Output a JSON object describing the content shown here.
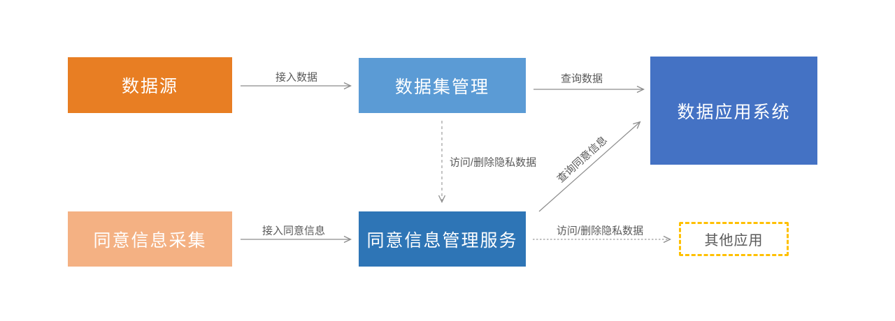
{
  "diagram": {
    "background": "#FFFFFF",
    "line_color": "#8C8C8C",
    "edge_label_color": "#595959",
    "nodes": [
      {
        "id": "data-source",
        "label": "数据源",
        "fill": "#E87E23",
        "text_color": "#FFFFFF"
      },
      {
        "id": "dataset-management",
        "label": "数据集管理",
        "fill": "#5B9BD5",
        "text_color": "#FFFFFF"
      },
      {
        "id": "data-application-system",
        "label": "数据应用系统",
        "fill": "#4472C4",
        "text_color": "#FFFFFF"
      },
      {
        "id": "consent-info-collection",
        "label": "同意信息采集",
        "fill": "#F4B183",
        "text_color": "#FFFFFF"
      },
      {
        "id": "consent-info-management-service",
        "label": "同意信息管理服务",
        "fill": "#2E75B6",
        "text_color": "#FFFFFF"
      },
      {
        "id": "other-applications",
        "label": "其他应用",
        "fill": "#FFFFFF",
        "border_color": "#FFC000",
        "text_color": "#595959"
      }
    ],
    "edges": [
      {
        "id": "access-data",
        "label": "接入数据",
        "from": "data-source",
        "to": "dataset-management",
        "style": "solid"
      },
      {
        "id": "query-data",
        "label": "查询数据",
        "from": "dataset-management",
        "to": "data-application-system",
        "style": "solid"
      },
      {
        "id": "access-delete-private-data-vertical",
        "label": "访问/删除隐私数据",
        "from": "dataset-management",
        "to": "consent-info-management-service",
        "style": "dashed"
      },
      {
        "id": "query-consent-info",
        "label": "查询同意信息",
        "from": "consent-info-management-service",
        "to": "data-application-system",
        "style": "solid"
      },
      {
        "id": "access-consent-info",
        "label": "接入同意信息",
        "from": "consent-info-collection",
        "to": "consent-info-management-service",
        "style": "solid"
      },
      {
        "id": "access-delete-private-data-horizontal",
        "label": "访问/删除隐私数据",
        "from": "consent-info-management-service",
        "to": "other-applications",
        "style": "dashed"
      }
    ]
  }
}
